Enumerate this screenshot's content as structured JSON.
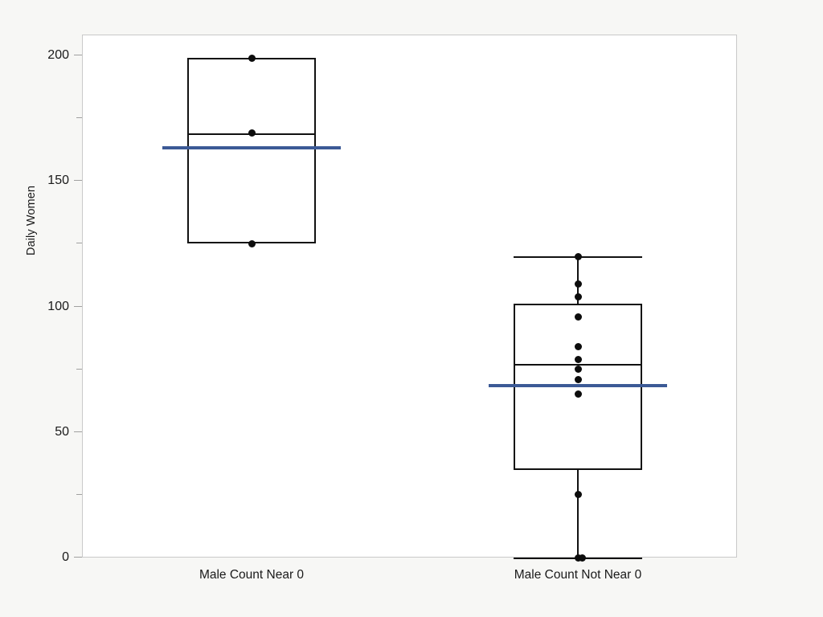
{
  "chart_data": {
    "type": "box",
    "title": "",
    "xlabel": "",
    "ylabel": "Daily Women",
    "ylim": [
      0,
      210
    ],
    "grid": false,
    "legend": "none",
    "y_ticks_major": [
      0,
      50,
      100,
      150,
      200
    ],
    "y_ticks_minor": [
      25,
      75,
      125,
      175
    ],
    "y_tick_labels": [
      "0",
      "50",
      "100",
      "150",
      "200"
    ],
    "categories": [
      "Male Count Near 0",
      "Male Count Not Near 0"
    ],
    "mean_line_color": "#3c5a96",
    "box_line_color": "#111111",
    "point_color": "#0d0d0d",
    "plot_background": "#ffffff",
    "figure_background": "#f7f7f5",
    "groups": [
      {
        "name": "Male Count Near 0",
        "q1": 125,
        "median": 169,
        "q3": 199,
        "mean": 164,
        "whisker_low": 125,
        "whisker_high": 199,
        "points": [
          199,
          169,
          125
        ]
      },
      {
        "name": "Male Count Not Near 0",
        "q1": 35,
        "median": 77,
        "q3": 101,
        "mean": 69,
        "whisker_low": 0,
        "whisker_high": 120,
        "points": [
          120,
          109,
          104,
          96,
          84,
          79,
          75,
          71,
          65,
          25,
          0,
          0
        ]
      }
    ]
  }
}
